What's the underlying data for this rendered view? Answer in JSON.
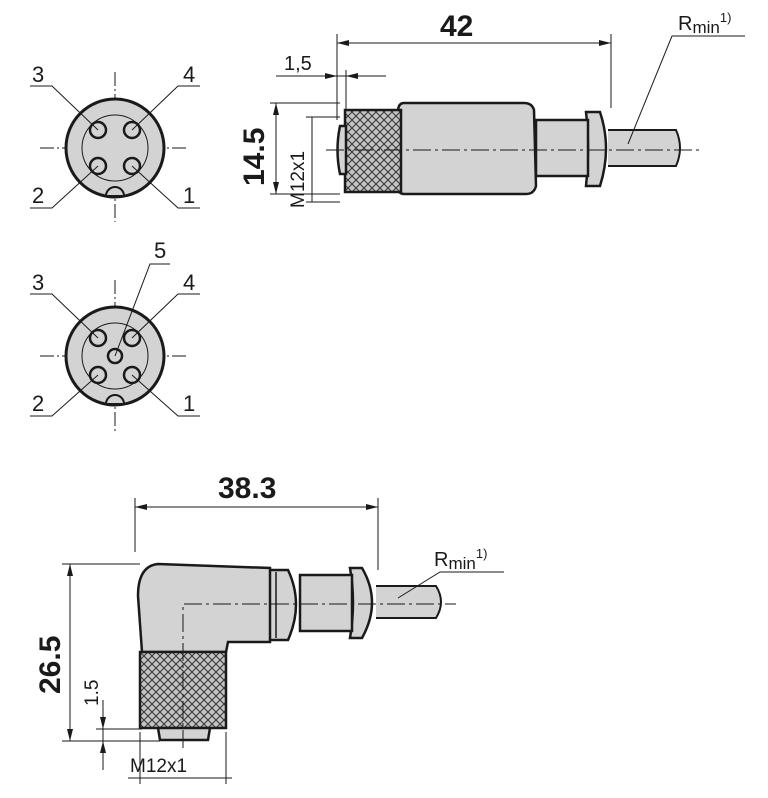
{
  "colors": {
    "body_fill": "#d3d3d3",
    "knurl_fill": "#c0c0c0",
    "stroke": "#1a1a1a",
    "background": "#ffffff"
  },
  "pinout_4": {
    "pin1": "1",
    "pin2": "2",
    "pin3": "3",
    "pin4": "4"
  },
  "pinout_5": {
    "pin1": "1",
    "pin2": "2",
    "pin3": "3",
    "pin4": "4",
    "pin5": "5"
  },
  "straight_connector": {
    "length": "42",
    "diameter": "14.5",
    "thread": "M12x1",
    "offset": "1,5",
    "bend_radius": "R",
    "bend_radius_sub": "min",
    "bend_radius_note": "1)"
  },
  "angled_connector": {
    "length": "38.3",
    "height": "26.5",
    "thread": "M12x1",
    "offset": "1.5",
    "bend_radius": "R",
    "bend_radius_sub": "min",
    "bend_radius_note": "1)"
  }
}
